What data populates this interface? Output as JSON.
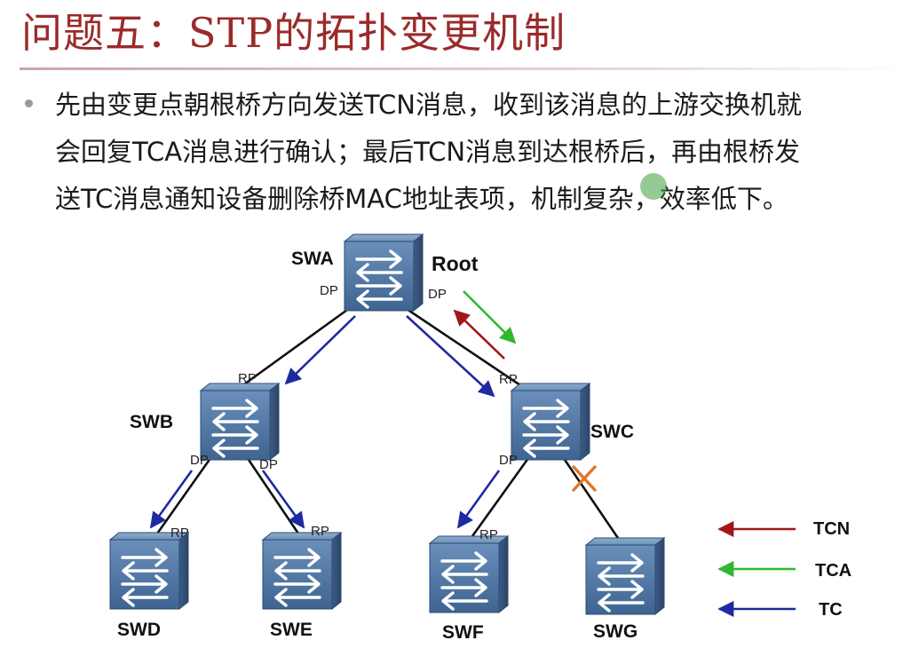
{
  "slide": {
    "title": "问题五：STP的拓扑变更机制",
    "bullet_lines": [
      "先由变更点朝根桥方向发送TCN消息，收到该消息的上游交换机就",
      "会回复TCA消息进行确认；最后TCN消息到达根桥后，再由根桥发",
      "送TC消息通知设备删除桥MAC地址表项，机制复杂，效率低下。"
    ]
  },
  "diagram": {
    "root_label": "Root",
    "switches": {
      "swa": "SWA",
      "swb": "SWB",
      "swc": "SWC",
      "swd": "SWD",
      "swe": "SWE",
      "swf": "SWF",
      "swg": "SWG"
    },
    "ports": {
      "swa_left": "DP",
      "swa_right": "DP",
      "swb_up": "RP",
      "swc_up": "RP",
      "swb_left": "DP",
      "swb_right": "DP",
      "swc_left": "DP",
      "swd_up": "RP",
      "swe_up": "RP",
      "swf_up": "RP"
    },
    "legend": [
      {
        "label": "TCN",
        "color": "#a01818"
      },
      {
        "label": "TCA",
        "color": "#2fb82f"
      },
      {
        "label": "TC",
        "color": "#1f2aa0"
      }
    ],
    "colors": {
      "switch_face": "#5b7fa8",
      "switch_dark": "#34527a",
      "link": "#111111",
      "failure_mark": "#e0762a"
    }
  }
}
